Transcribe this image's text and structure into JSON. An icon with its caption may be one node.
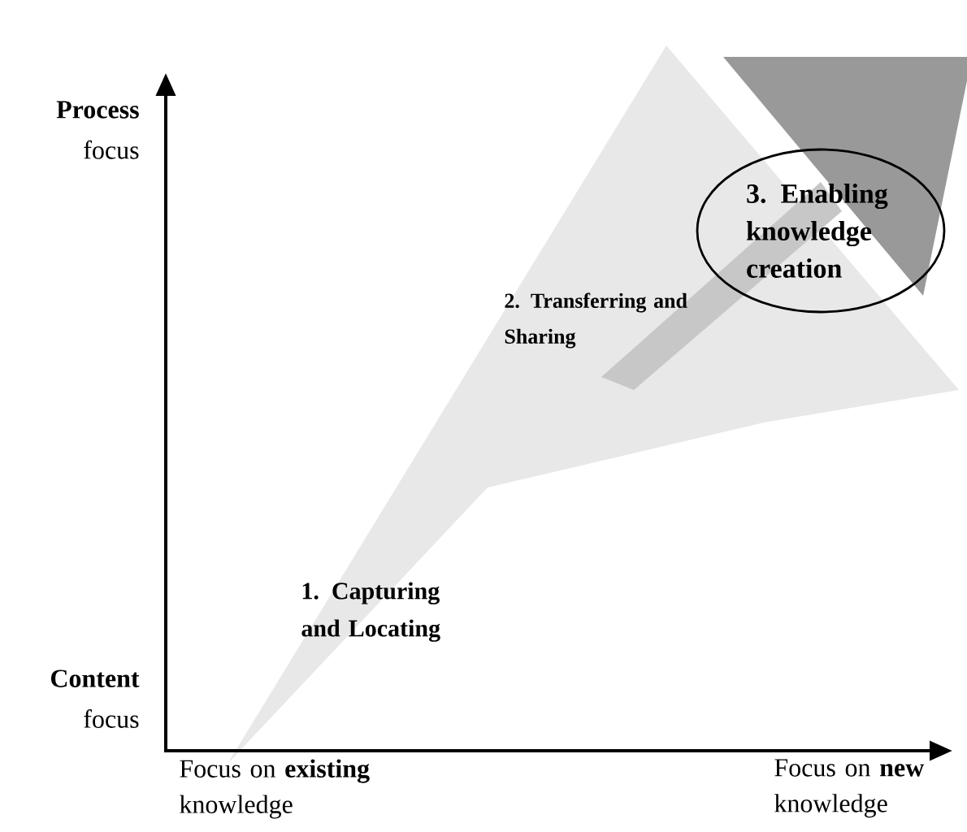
{
  "diagram": {
    "nodes": [
      {
        "text": [
          "3. Enabling knowledge creation"
        ]
      }
    ],
    "edges": [],
    "labels": [
      "**Process** focus",
      "2. Transferring and Sharing",
      "1. Capturing and Locating",
      "**Content** focus",
      "Focus on **existing** knowledge",
      "Focus on **new** knowledge"
    ]
  }
}
